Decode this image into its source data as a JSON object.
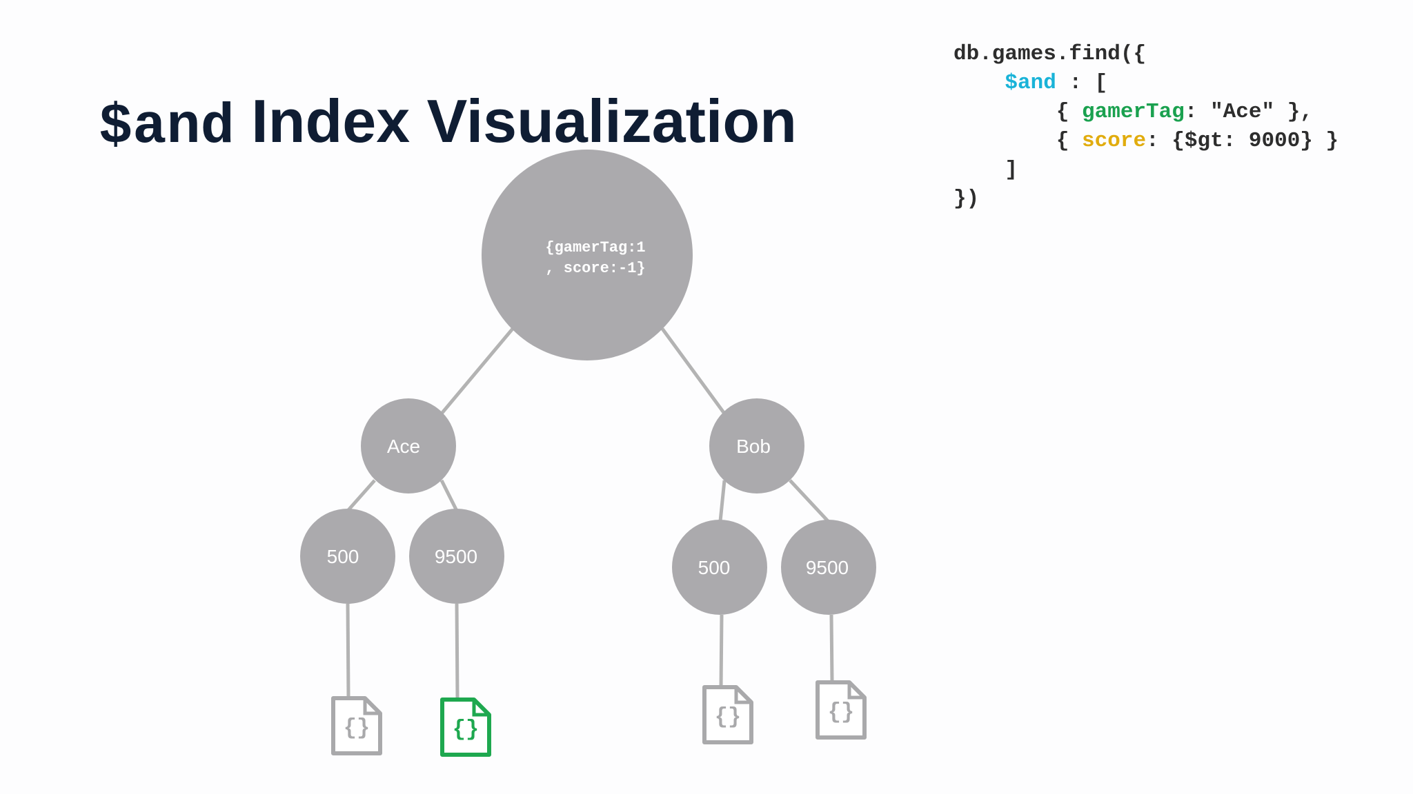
{
  "title": {
    "code_part": "$and",
    "text_part": "Index Visualization"
  },
  "query": {
    "line1": "db.games.find({",
    "and_op": "$and",
    "and_suffix": " : [",
    "gamer_open": "{ ",
    "gamer_field": "gamerTag",
    "gamer_rest": ": \"Ace\" },",
    "score_open": "{ ",
    "score_field": "score",
    "score_rest": ": {$gt: 9000} }",
    "close_bracket": "]",
    "close_all": "})"
  },
  "tree": {
    "root": {
      "line1": "{gamerTag:1",
      "line2": ", score:-1}"
    },
    "branches": [
      {
        "label": "Ace",
        "leaves": [
          {
            "label": "500",
            "matched": false
          },
          {
            "label": "9500",
            "matched": true
          }
        ]
      },
      {
        "label": "Bob",
        "leaves": [
          {
            "label": "500",
            "matched": false
          },
          {
            "label": "9500",
            "matched": false
          }
        ]
      }
    ],
    "document_icon_glyph": "{}"
  },
  "colors": {
    "title": "#0f1d33",
    "node_fill": "#abaaad",
    "edge": "#b3b3b3",
    "doc_default": "#a9a9ab",
    "doc_matched": "#1ea84f",
    "and_keyword": "#19b3d8",
    "field_keyword": "#1aa14f",
    "score_keyword": "#e1ac0e"
  }
}
